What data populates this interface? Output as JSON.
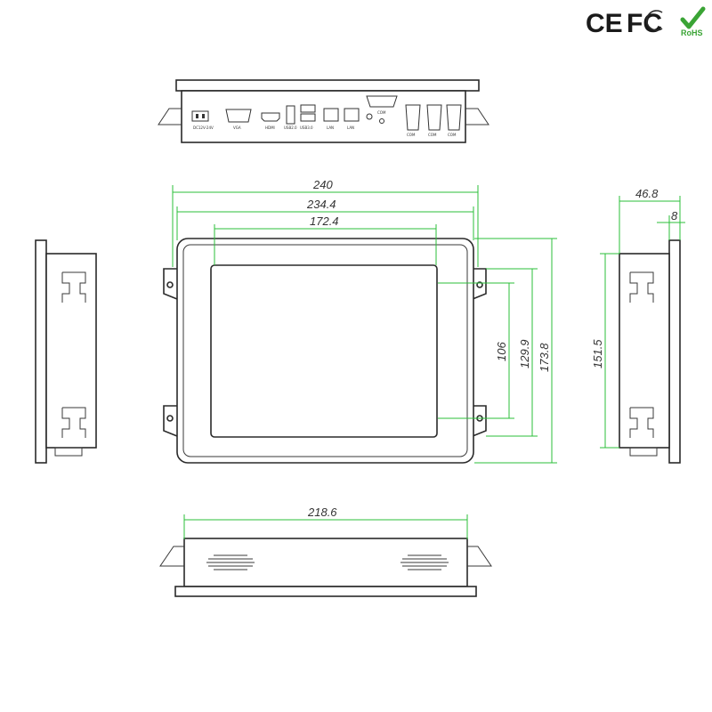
{
  "certifications": {
    "ce": "CE",
    "fcc": "FC",
    "rohs": "RoHS",
    "rohs_color": "#3aa435"
  },
  "dimensions": {
    "front_width": "240",
    "front_inner_width": "234.4",
    "screen_width": "172.4",
    "screen_height": "106",
    "inner_height": "129.9",
    "front_height": "173.8",
    "side_depth": "46.8",
    "side_lip": "8",
    "side_height": "151.5",
    "bottom_width": "218.6"
  },
  "ports": {
    "power": "DC12V-24V",
    "vga": "VGA",
    "hdmi": "HDMI",
    "usb1": "USB2.0",
    "usb2": "USB3.0",
    "lan1": "LAN",
    "lan2": "LAN",
    "com_top": "COM",
    "com1": "COM",
    "com2": "COM",
    "com3": "COM"
  },
  "colors": {
    "dimension_line": "#2bbf3a",
    "outline": "#2a2a2a"
  }
}
